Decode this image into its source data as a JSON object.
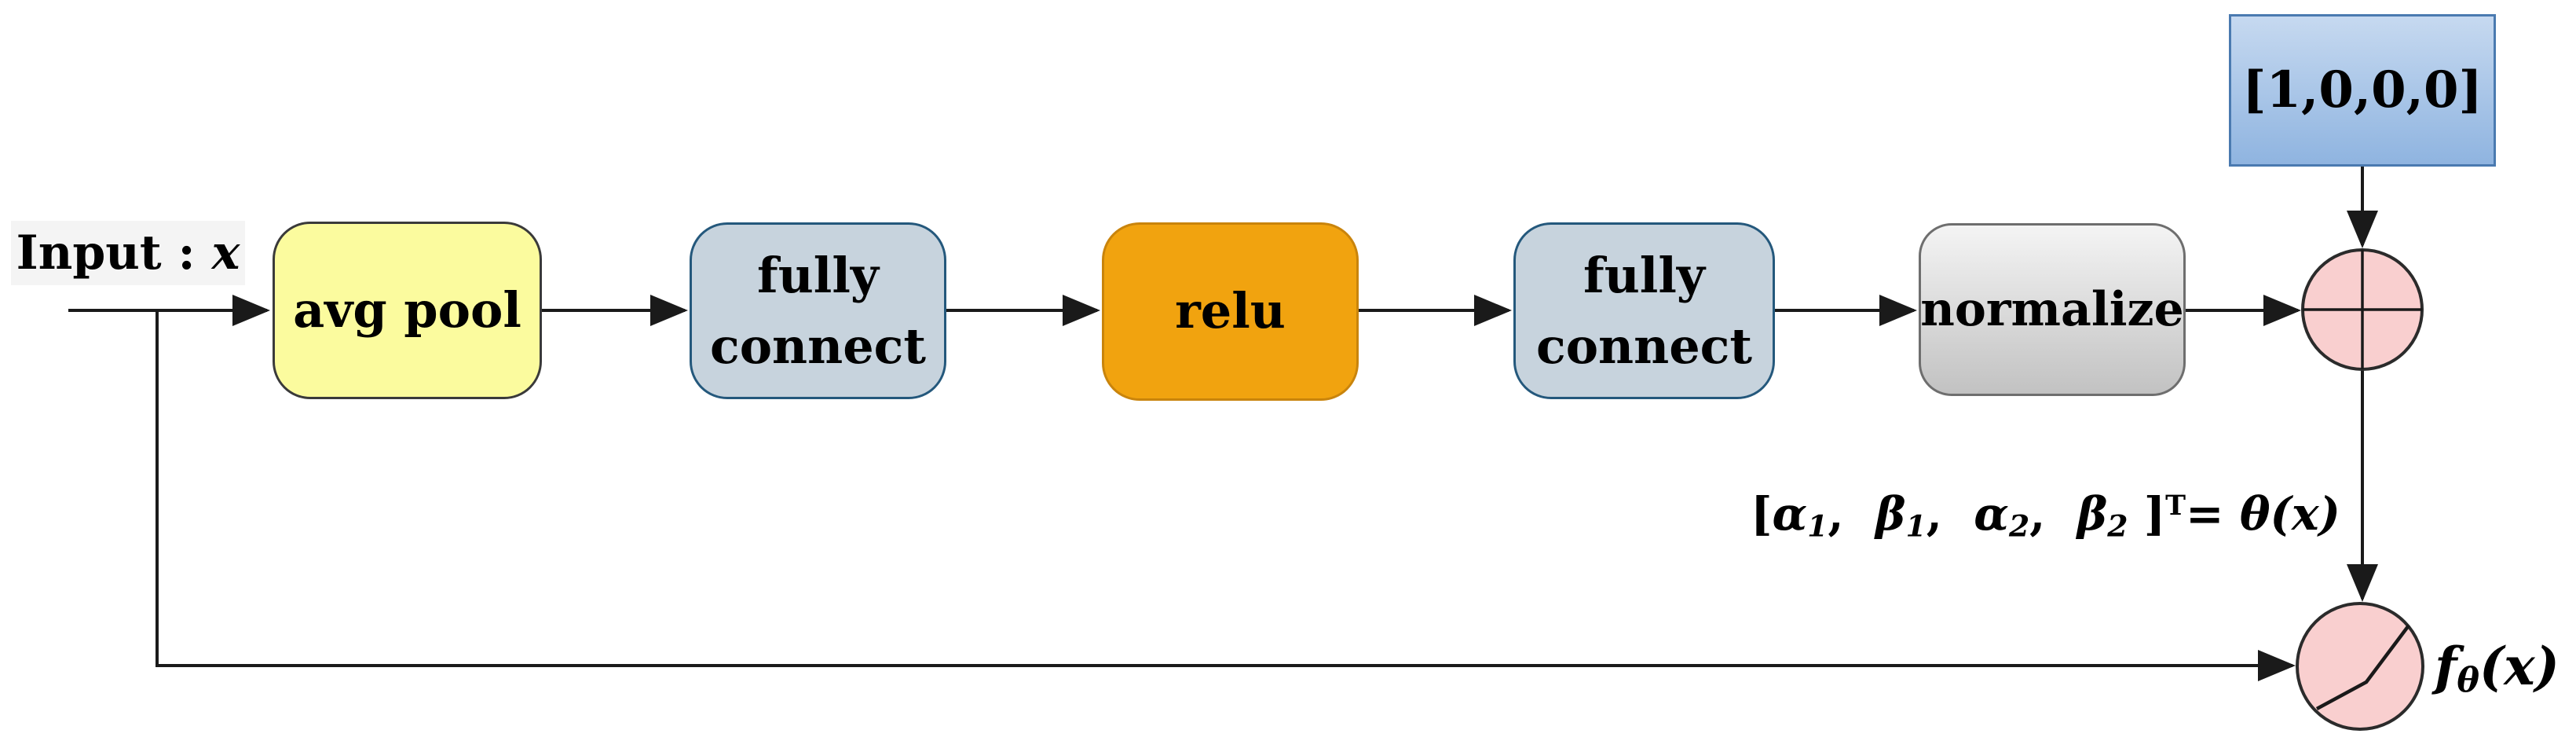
{
  "title": "Adaptive activation function generator network diagram",
  "input_label": {
    "segments": [
      {
        "t": "Input : ",
        "s": "n"
      },
      {
        "t": "x",
        "s": "i"
      }
    ]
  },
  "boxes": {
    "avg_pool": {
      "label": "avg pool"
    },
    "fully_connect_1": {
      "line1": "fully",
      "line2": "connect"
    },
    "relu": {
      "label": "relu"
    },
    "fully_connect_2": {
      "line1": "fully",
      "line2": "connect"
    },
    "normalize": {
      "label": "normalize"
    },
    "onehot": {
      "label": "[1,0,0,0]"
    }
  },
  "nodes": {
    "sum_node": "plus-circle",
    "activation_node": "piecewise-linear-curve-circle"
  },
  "formula": {
    "segments": [
      {
        "t": "[",
        "s": "n"
      },
      {
        "t": "α",
        "s": "i"
      },
      {
        "t": "1",
        "s": "sub"
      },
      {
        "t": ",  ",
        "s": "n"
      },
      {
        "t": "β",
        "s": "i"
      },
      {
        "t": "1",
        "s": "sub"
      },
      {
        "t": ",  ",
        "s": "n"
      },
      {
        "t": "α",
        "s": "i"
      },
      {
        "t": "2",
        "s": "sub"
      },
      {
        "t": ",  ",
        "s": "n"
      },
      {
        "t": "β",
        "s": "i"
      },
      {
        "t": "2",
        "s": "sub"
      },
      {
        "t": " ]",
        "s": "n"
      },
      {
        "t": "T",
        "s": "sup"
      },
      {
        "t": "= ",
        "s": "n"
      },
      {
        "t": "θ",
        "s": "i"
      },
      {
        "t": "(x)",
        "s": "i"
      }
    ]
  },
  "output_label": {
    "segments": [
      {
        "t": "f",
        "s": "i"
      },
      {
        "t": "θ",
        "s": "sub"
      },
      {
        "t": "(x)",
        "s": "i"
      }
    ]
  },
  "colors": {
    "line": "#1a1a1a",
    "avg_pool_fill": "#fbfb9e",
    "avg_pool_border": "#3a3a3a",
    "fc_fill": "#c7d3dd",
    "fc_border": "#24587c",
    "relu_fill": "#f1a30f",
    "relu_border": "#c9840c",
    "normalize_top": "#f4f4f4",
    "normalize_bottom": "#c2c2c2",
    "normalize_border": "#6e6e6e",
    "onehot_top": "#c6d9f0",
    "onehot_bottom": "#8fb4e0",
    "onehot_border": "#4a7ab0",
    "node_fill": "#f9cfcf",
    "node_border": "#2b2b2b",
    "input_highlight": "#f4f4f4",
    "text": "#000000"
  }
}
